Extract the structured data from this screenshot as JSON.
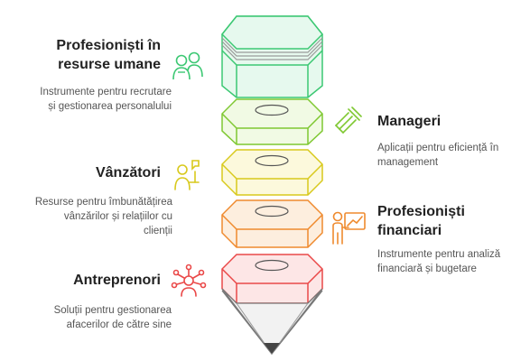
{
  "segments": [
    {
      "id": "hr",
      "title_line1": "Profesioniști în",
      "title_line2": "resurse umane",
      "desc_line1": "Instrumente pentru recrutare",
      "desc_line2": "și gestionarea personalului",
      "side": "left",
      "color": "#3cc873",
      "icon": "people-icon"
    },
    {
      "id": "managers",
      "title_line1": "Manageri",
      "desc_line1": "Aplicații pentru eficiență în",
      "desc_line2": "management",
      "side": "right",
      "color": "#7fc832",
      "icon": "tools-icon"
    },
    {
      "id": "sales",
      "title_line1": "Vânzători",
      "desc_line1": "Resurse pentru îmbunătățirea",
      "desc_line2": "vânzărilor și relațiilor cu",
      "desc_line3": "clienții",
      "side": "left",
      "color": "#d8c91c",
      "icon": "salesperson-icon"
    },
    {
      "id": "finance",
      "title_line1": "Profesioniști",
      "title_line2": "financiari",
      "desc_line1": "Instrumente pentru analiză",
      "desc_line2": "financiară și bugetare",
      "side": "right",
      "color": "#ef8a2e",
      "icon": "presenter-chart-icon"
    },
    {
      "id": "entrepreneurs",
      "title_line1": "Antreprenori",
      "desc_line1": "Soluții pentru gestionarea",
      "desc_line2": "afacerilor de către sine",
      "side": "left",
      "color": "#ea4848",
      "icon": "network-person-icon"
    }
  ]
}
